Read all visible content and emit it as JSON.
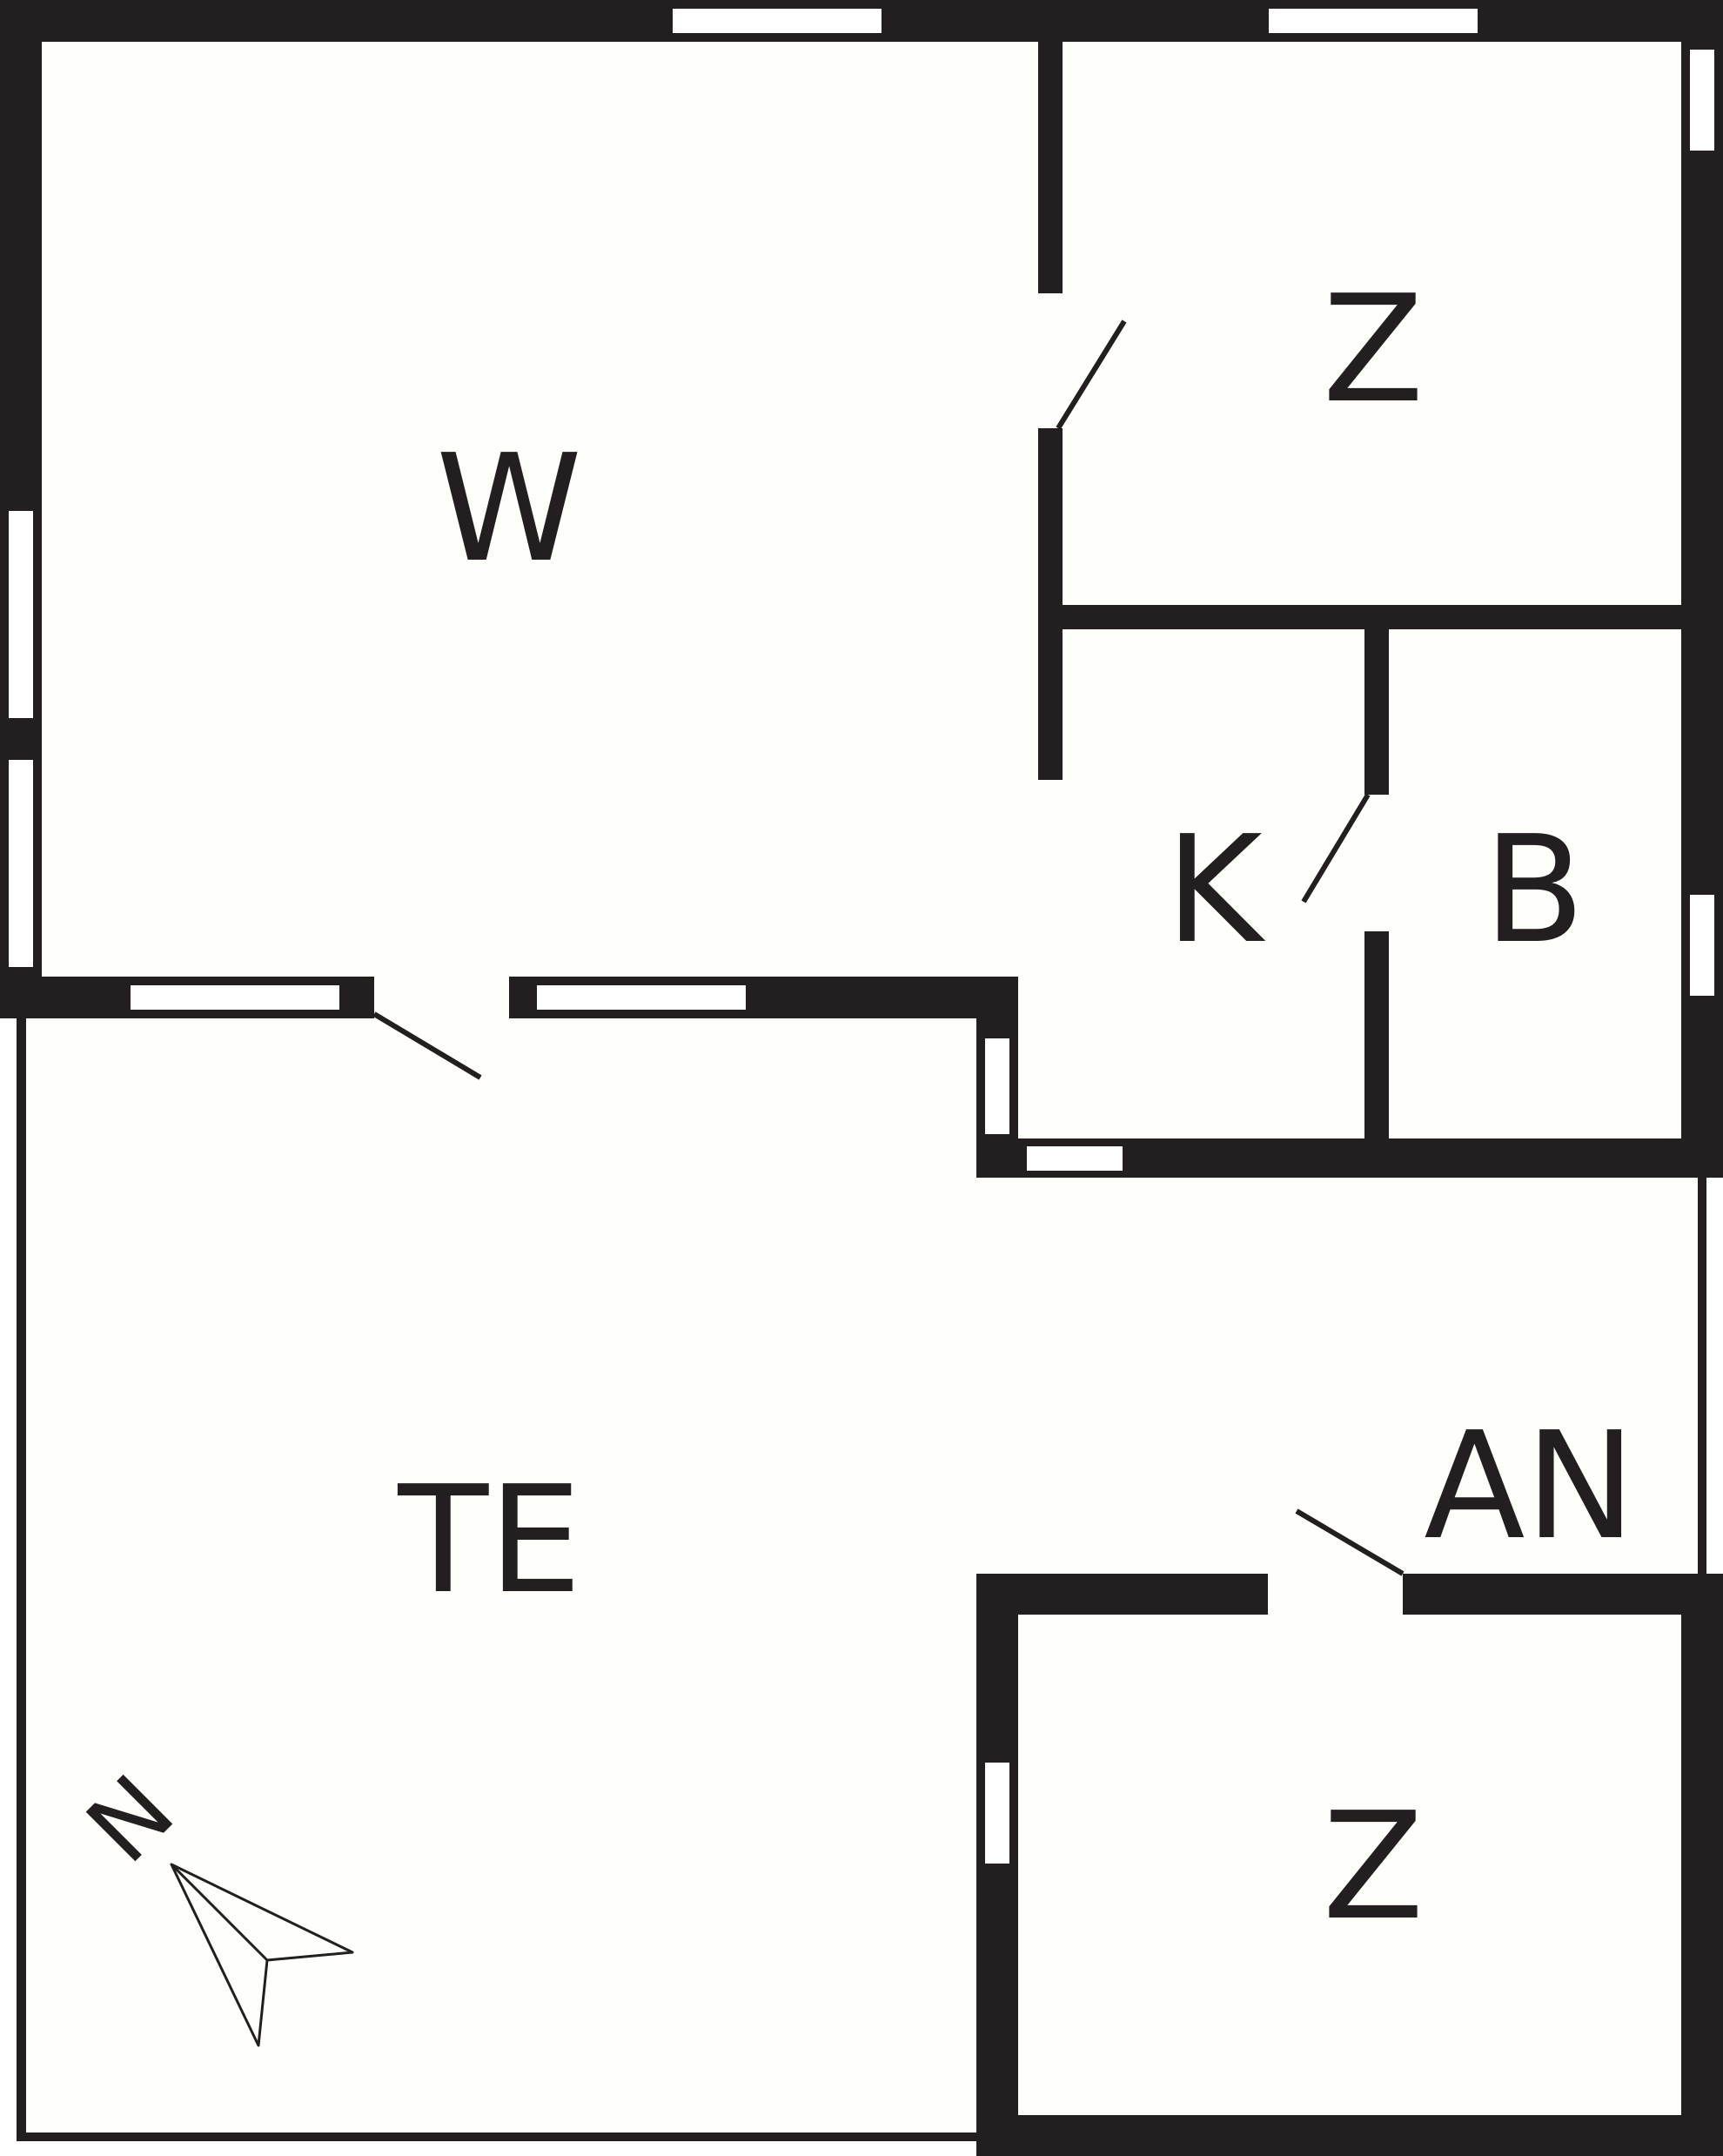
{
  "plan": {
    "rooms": [
      {
        "id": "living",
        "label": "W"
      },
      {
        "id": "bedroom-top",
        "label": "Z"
      },
      {
        "id": "kitchen",
        "label": "K"
      },
      {
        "id": "bathroom",
        "label": "B"
      },
      {
        "id": "terrace",
        "label": "TE"
      },
      {
        "id": "annex",
        "label": "AN"
      },
      {
        "id": "bedroom-bottom",
        "label": "Z"
      }
    ],
    "compass": {
      "letter": "N"
    },
    "colors": {
      "wall": "#231f20",
      "floor": "#fefffa",
      "window": "#ffffff"
    }
  }
}
